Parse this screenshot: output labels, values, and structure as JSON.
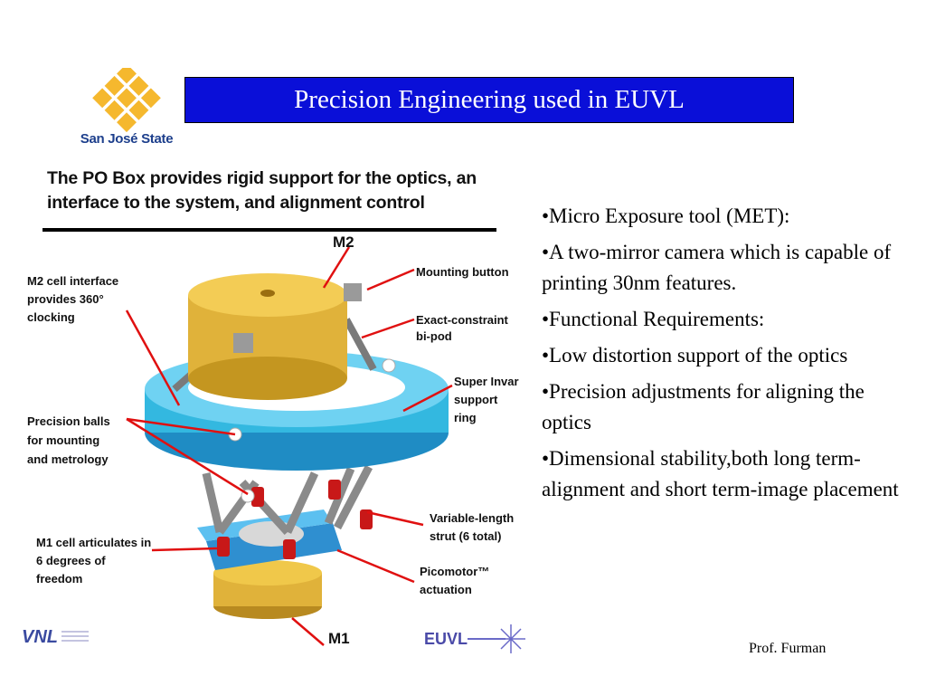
{
  "logo": {
    "name": "San José State"
  },
  "slide": {
    "title": "Precision Engineering used in EUVL"
  },
  "figure": {
    "caption": "The PO Box provides rigid support for the optics, an interface to the system, and alignment control",
    "labels": {
      "m2": "M2",
      "m1": "M1",
      "mounting_button": "Mounting button",
      "bipod_l1": "Exact-constraint",
      "bipod_l2": "bi-pod",
      "invar_l1": "Super Invar",
      "invar_l2": "support",
      "invar_l3": "ring",
      "m2cell_l1": "M2 cell interface",
      "m2cell_l2": "provides 360°",
      "m2cell_l3": "clocking",
      "balls_l1": "Precision balls",
      "balls_l2": "for mounting",
      "balls_l3": "and metrology",
      "strut_l1": "Variable-length",
      "strut_l2": "strut (6 total)",
      "m1cell_l1": "M1 cell articulates in",
      "m1cell_l2": "6 degrees of",
      "m1cell_l3": "freedom",
      "pico_l1": "Picomotor™",
      "pico_l2": "actuation"
    }
  },
  "bullets": [
    "•Micro Exposure tool (MET):",
    "•A two-mirror camera which is capable of printing 30nm features.",
    "•Functional Requirements:",
    "•Low distortion support of the optics",
    "•Precision adjustments for aligning the optics",
    "•Dimensional stability,both long term-alignment and short term-image placement"
  ],
  "footer": {
    "vnl_logo": "VNL",
    "euvl_logo": "EUVL",
    "author": "Prof. Furman"
  },
  "colors": {
    "title_bg": "#0a0fd8",
    "title_text": "#ffffff",
    "logo_gold": "#f5b82e",
    "logo_blue": "#1d3f8c",
    "ring_cyan": "#33b8e0",
    "cell_gold": "#e0b23a",
    "arrow_red": "#e01010"
  }
}
